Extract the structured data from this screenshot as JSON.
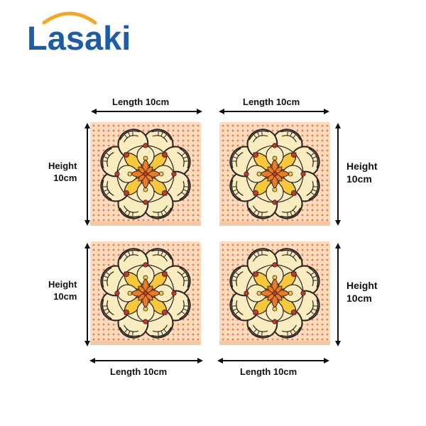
{
  "brand": {
    "name": "Lasaki",
    "colors": {
      "text": "#1d5da8",
      "arc": "#f5a623"
    }
  },
  "colors": {
    "tile_bg": "#fbdcc0",
    "dot": "#f07a3a",
    "petal_cream": "#f9ecbf",
    "petal_yellow": "#f6c83a",
    "petal_orange": "#ef7a22",
    "outline": "#2a2220",
    "accent_red": "#c8382a"
  },
  "coasters": [
    {
      "id": "top-left",
      "length_label": "Length 10cm",
      "height_word": "Height",
      "height_value": "10cm"
    },
    {
      "id": "top-right",
      "length_label": "Length 10cm",
      "height_word": "Height",
      "height_value": "10cm"
    },
    {
      "id": "bottom-left",
      "length_label": "Length 10cm",
      "height_word": "Height",
      "height_value": "10cm"
    },
    {
      "id": "bottom-right",
      "length_label": "Length 10cm",
      "height_word": "Height",
      "height_value": "10cm"
    }
  ]
}
